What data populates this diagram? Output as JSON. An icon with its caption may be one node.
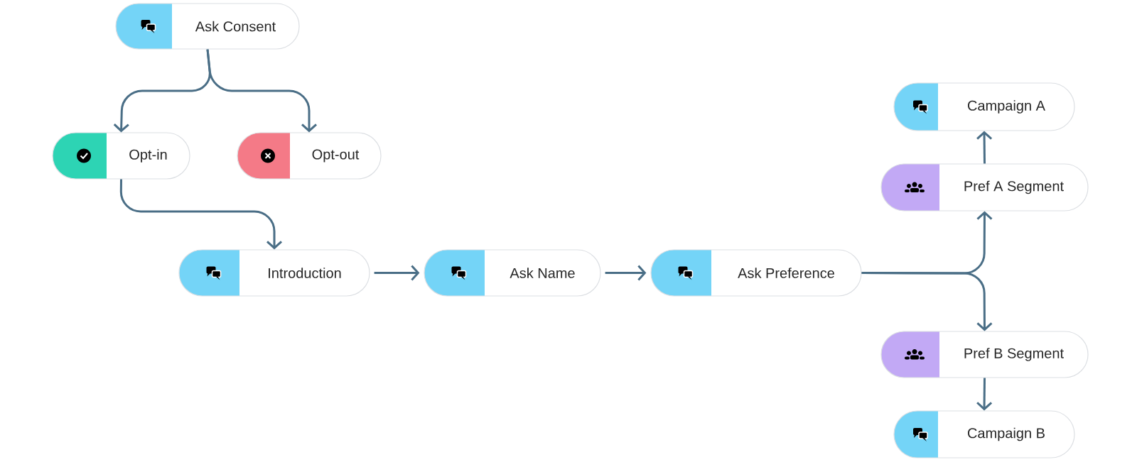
{
  "diagram": {
    "nodes": [
      {
        "text": [
          "Ask Consent"
        ]
      },
      {
        "text": [
          "Opt-in"
        ]
      },
      {
        "text": [
          "Opt-out"
        ]
      },
      {
        "text": [
          "Introduction"
        ]
      },
      {
        "text": [
          "Ask Name"
        ]
      },
      {
        "text": [
          "Ask Preference"
        ]
      },
      {
        "text": [
          "Campaign A"
        ]
      },
      {
        "text": [
          "Pref A Segment"
        ]
      },
      {
        "text": [
          "Pref B Segment"
        ]
      },
      {
        "text": [
          "Campaign B"
        ]
      }
    ],
    "edges": [
      {
        "from": 0,
        "to": 1,
        "arrow": "to"
      },
      {
        "from": 0,
        "to": 2,
        "arrow": "to"
      },
      {
        "from": 1,
        "to": 3,
        "arrow": "to"
      },
      {
        "from": 3,
        "to": 4,
        "arrow": "to"
      },
      {
        "from": 4,
        "to": 5,
        "arrow": "to"
      },
      {
        "from": 5,
        "to": 7,
        "arrow": "to"
      },
      {
        "from": 5,
        "to": 8,
        "arrow": "to"
      },
      {
        "from": 7,
        "to": 6,
        "arrow": "to"
      },
      {
        "from": 8,
        "to": 9,
        "arrow": "to"
      }
    ]
  }
}
